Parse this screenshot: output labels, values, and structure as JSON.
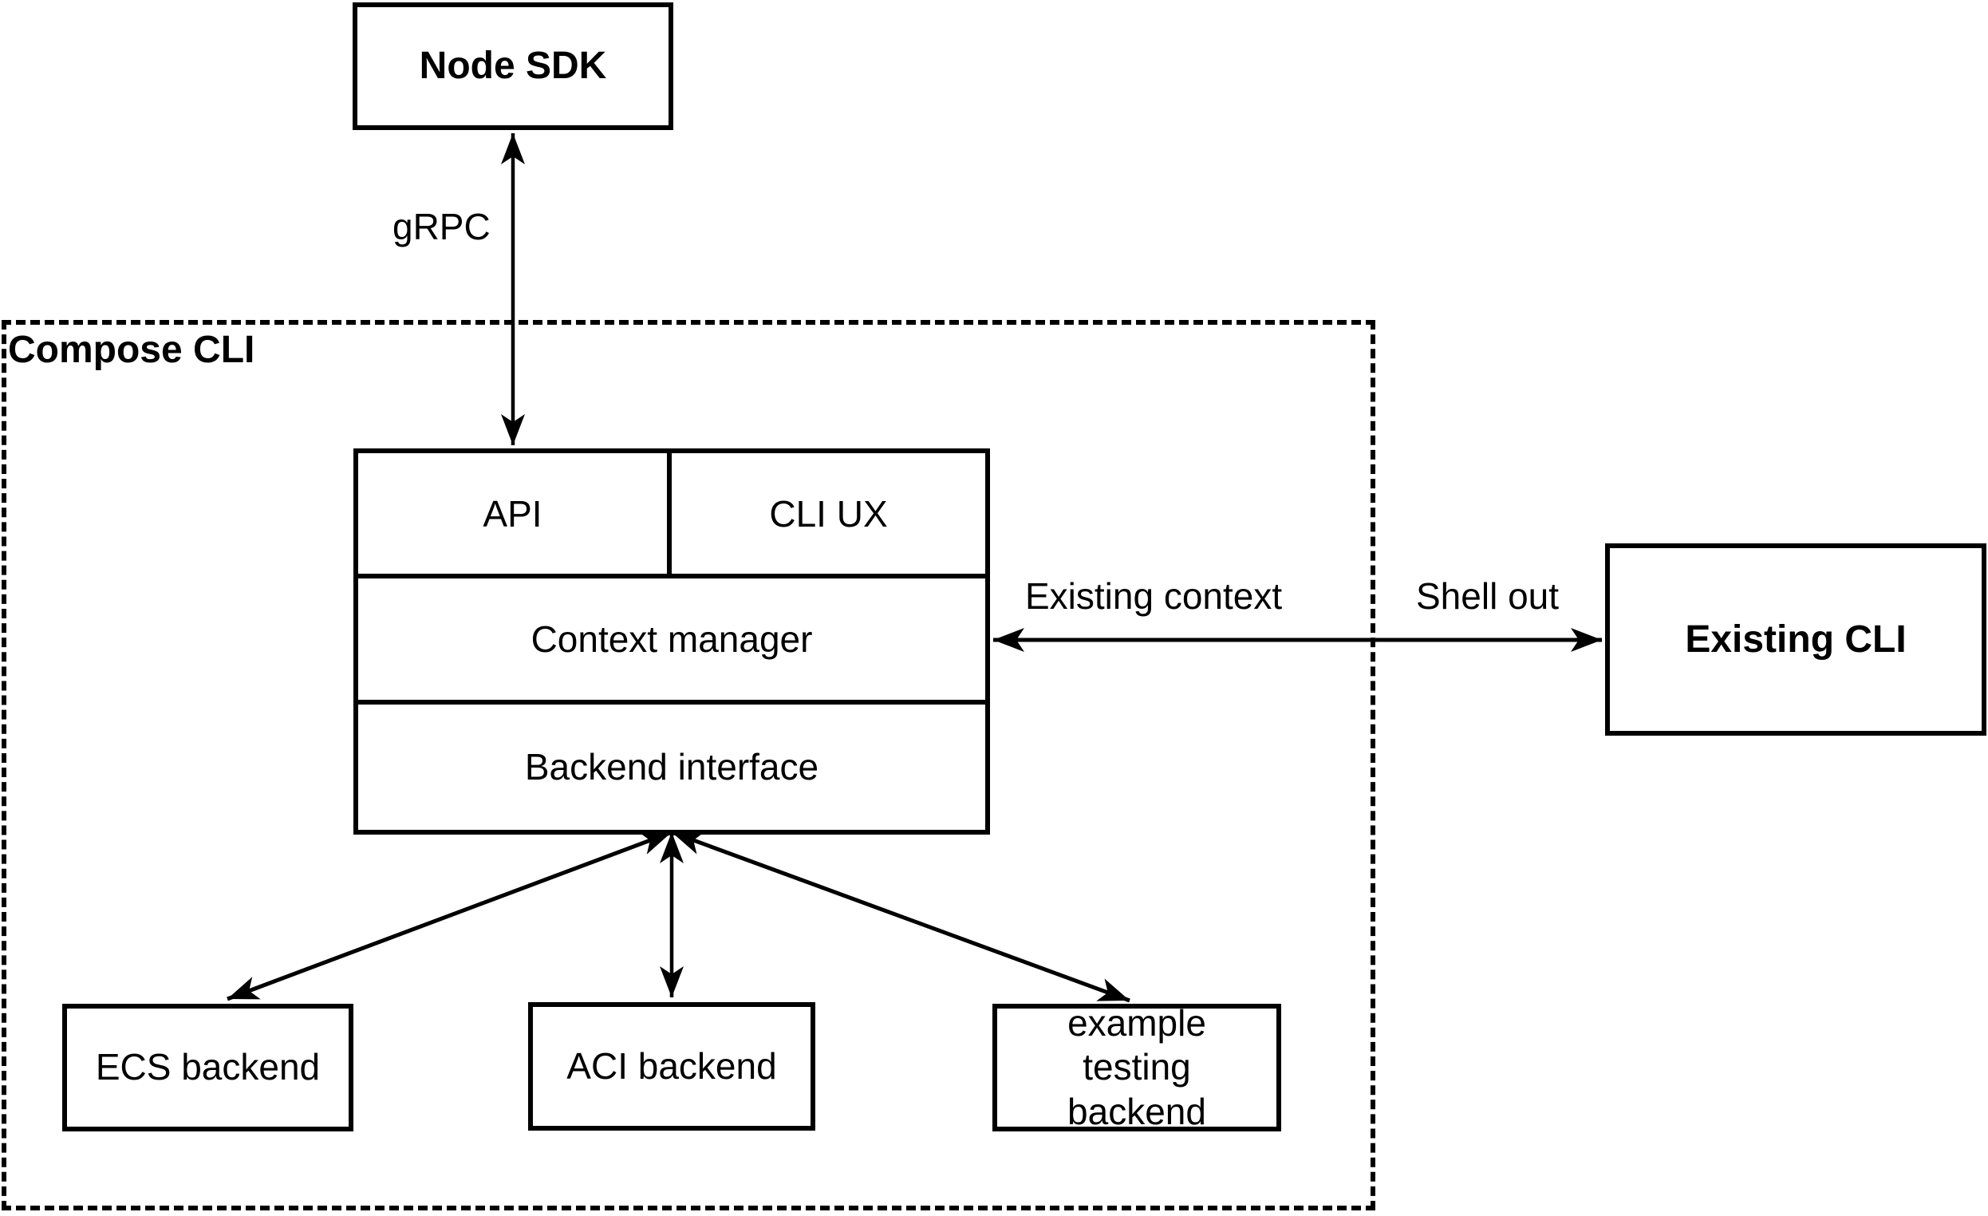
{
  "diagram": {
    "background": "#ffffff",
    "stroke_color": "#000000",
    "nodes": {
      "node_sdk": "Node SDK",
      "compose_cli_container": "Compose CLI",
      "api": "API",
      "cli_ux": "CLI UX",
      "context_manager": "Context manager",
      "backend_interface": "Backend interface",
      "existing_cli": "Existing CLI",
      "ecs_backend": "ECS backend",
      "aci_backend": "ACI backend",
      "example_testing_backend": "example testing backend"
    },
    "edge_labels": {
      "grpc": "gRPC",
      "existing_context": "Existing context",
      "shell_out": "Shell out"
    },
    "edges": [
      {
        "from": "node_sdk",
        "to": "api",
        "label": "gRPC",
        "direction": "both"
      },
      {
        "from": "context_manager",
        "to": "existing_cli",
        "labels": [
          "Existing context",
          "Shell out"
        ],
        "direction": "both"
      },
      {
        "from": "backend_interface",
        "to": "ecs_backend",
        "direction": "both"
      },
      {
        "from": "backend_interface",
        "to": "aci_backend",
        "direction": "both"
      },
      {
        "from": "backend_interface",
        "to": "example_testing_backend",
        "direction": "both"
      }
    ]
  }
}
